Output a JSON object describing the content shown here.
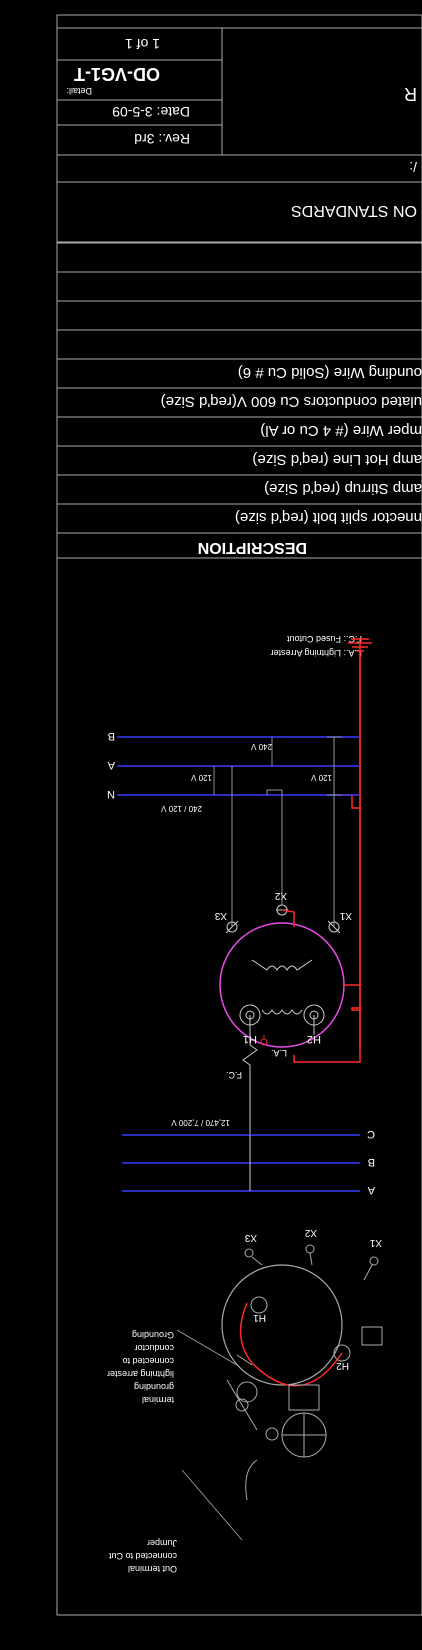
{
  "title_block": {
    "sheet": "1 of 1",
    "detail_label": "Detail:",
    "detail_code": "OD-VG1-T",
    "date": "Date: 3-5-09",
    "rev": "Rev.: 3rd",
    "side_text_1": "R",
    "side_text_2": "/:",
    "standards": "ON STANDARDS"
  },
  "description": {
    "header": "DESCRIPTION",
    "rows": [
      "nnector split bolt (req'd size)",
      "amp Stirrup (req'd Size)",
      "amp Hot Line (req'd Size)",
      "mper Wire (# 4 Cu or Al)",
      "ulated conductors Cu 600 V(req'd Size)",
      "ounding Wire (Solid Cu # 6)",
      "",
      "",
      "",
      ""
    ]
  },
  "legend": {
    "la": "L.A.: Lightning Arrester",
    "fc": "F.C.: Fused Cutout"
  },
  "secondary": {
    "phase_b": "B",
    "phase_a": "A",
    "neutral": "N",
    "v240_top": "240 V",
    "v120_left": "120 V",
    "v120_right": "120 V",
    "v_system": "240 / 120 V",
    "x1": "X1",
    "x2": "X2",
    "x3": "X3",
    "h1": "H1",
    "h2": "H2"
  },
  "primary": {
    "phase_c": "C",
    "phase_b": "B",
    "phase_a": "A",
    "voltage": "12,470 / 7,200 V",
    "fc_label": "F.C.",
    "la_label": "L.A."
  },
  "callouts": {
    "grounding": [
      "Grounding",
      "conductor",
      "connected to",
      "lightning arrester",
      "grounding",
      "terminal"
    ],
    "jumper": [
      "Jumper",
      "connected to Cut",
      "Out terminal"
    ]
  },
  "colors": {
    "background": "#000000",
    "line": "#ffffff",
    "bus": "#3a3aff",
    "ground": "#ff2a2a",
    "transformer_outline": "#e64be6"
  }
}
